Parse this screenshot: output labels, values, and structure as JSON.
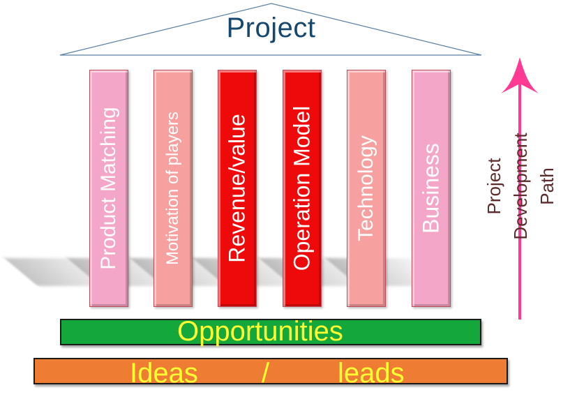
{
  "diagram": {
    "roof_label": "Project",
    "pillars": [
      {
        "label": "Product Matching",
        "color": "#f4a6c8"
      },
      {
        "label": "Motivation of players",
        "color": "#f7a0a0"
      },
      {
        "label": "Revenue/value",
        "color": "#ee0a0a"
      },
      {
        "label": "Operation Model",
        "color": "#ee0a0a"
      },
      {
        "label": "Technology",
        "color": "#f7a0a0"
      },
      {
        "label": "Business",
        "color": "#f4a6c8"
      }
    ],
    "foundation": {
      "label": "Opportunities",
      "color": "#14a83c"
    },
    "base": {
      "label_left": "Ideas",
      "separator": "/",
      "label_right": "leads",
      "color": "#ee7d33"
    },
    "path_label": {
      "line1": "Project",
      "line2": "Development",
      "line3": "Path"
    },
    "arrow_color": "#ff3a95",
    "text_color": "#ffff33"
  }
}
